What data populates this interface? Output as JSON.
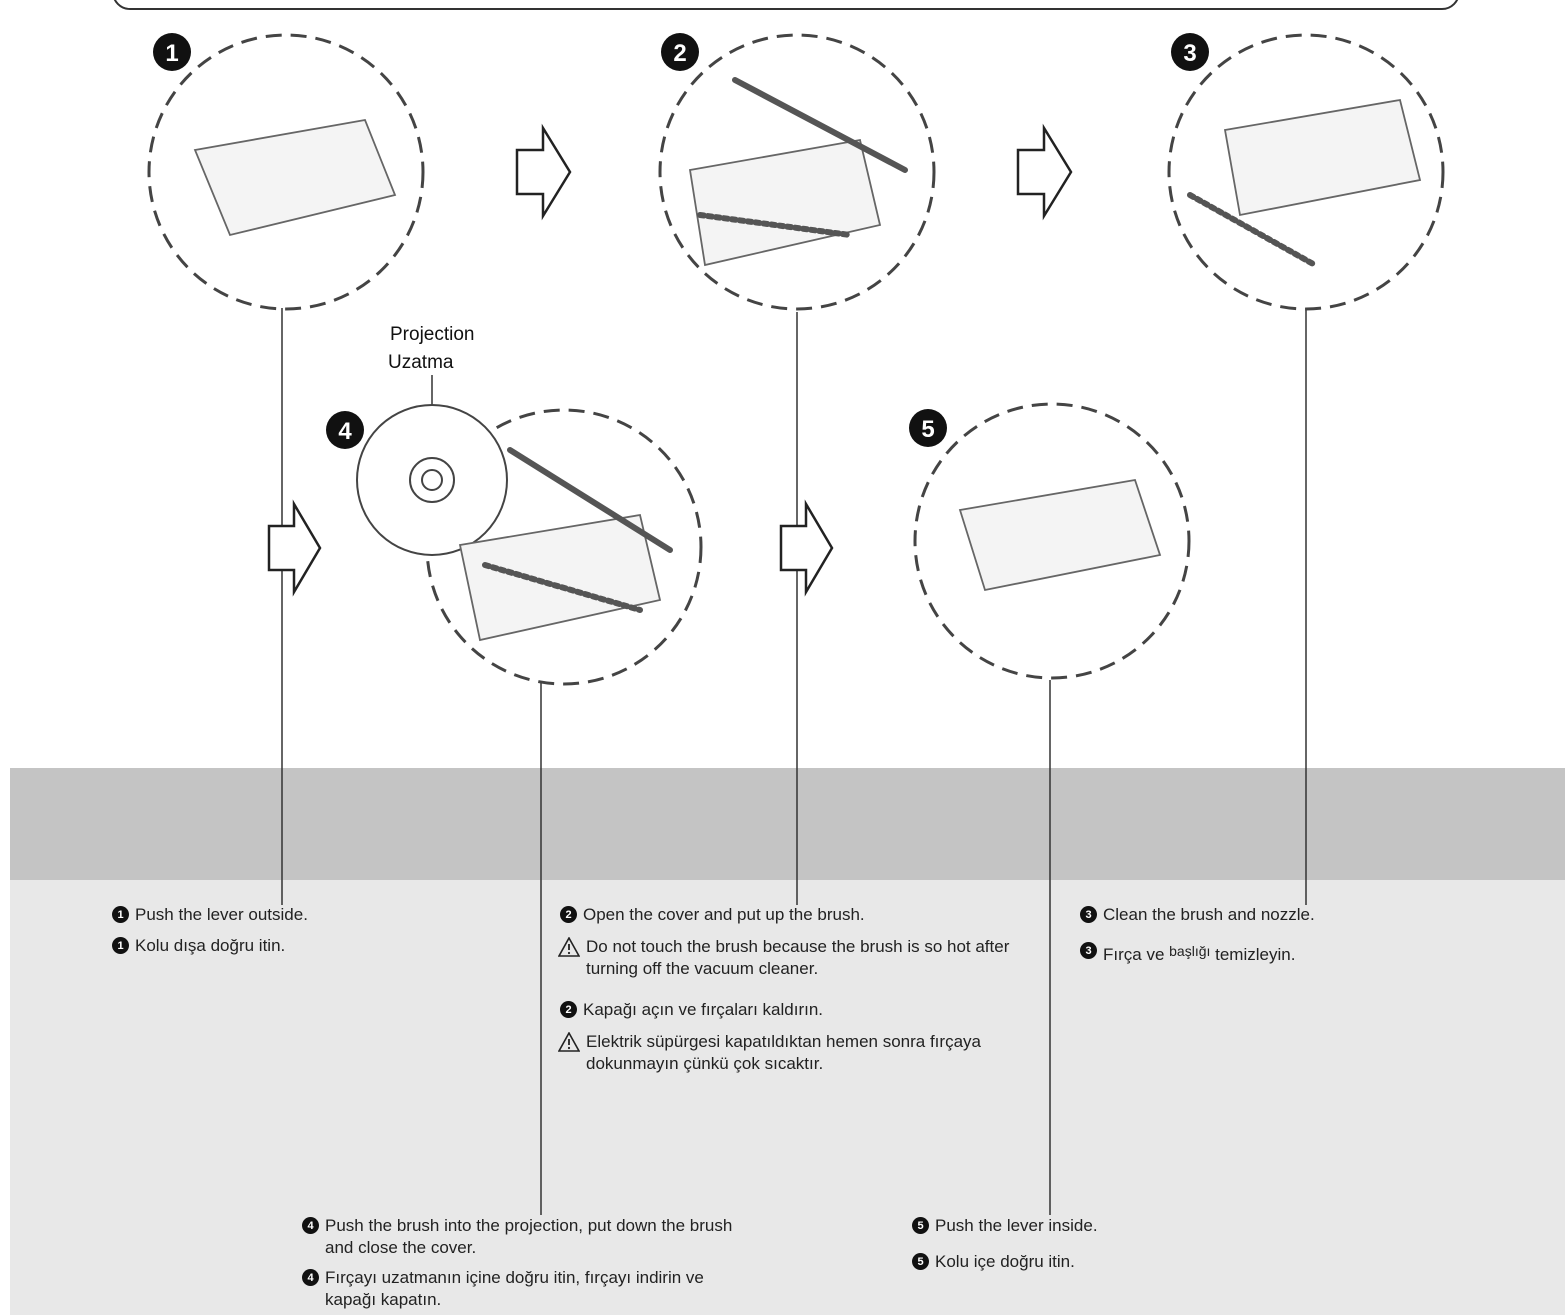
{
  "projection_label": {
    "en": "Projection",
    "tr": "Uzatma"
  },
  "steps": [
    {
      "number": "1",
      "en": "Push the lever outside.",
      "tr": "Kolu dışa doğru itin."
    },
    {
      "number": "2",
      "en": "Open the cover and put up the brush.",
      "tr": "Kapağı açın ve fırçaları kaldırın."
    },
    {
      "number": "3",
      "en": "Clean the brush and nozzle.",
      "tr_a": "Fırça ve",
      "tr_b": "başlığı",
      "tr_c": "temizleyin."
    },
    {
      "number": "4",
      "en": "Push the brush into the projection, put down the brush and close the cover.",
      "tr": "Fırçayı uzatmanın içine doğru itin, fırçayı indirin ve kapağı kapatın."
    },
    {
      "number": "5",
      "en": "Push the lever inside.",
      "tr": "Kolu içe doğru itin."
    }
  ],
  "warnings": {
    "en": "Do not touch the brush because the brush is so hot after turning off the vacuum cleaner.",
    "tr": "Elektrik süpürgesi kapatıldıktan hemen sonra fırçaya dokunmayın çünkü çok sıcaktır."
  },
  "icons": {
    "warning": "warning-triangle-icon",
    "arrow": "hollow-right-arrow-icon"
  }
}
